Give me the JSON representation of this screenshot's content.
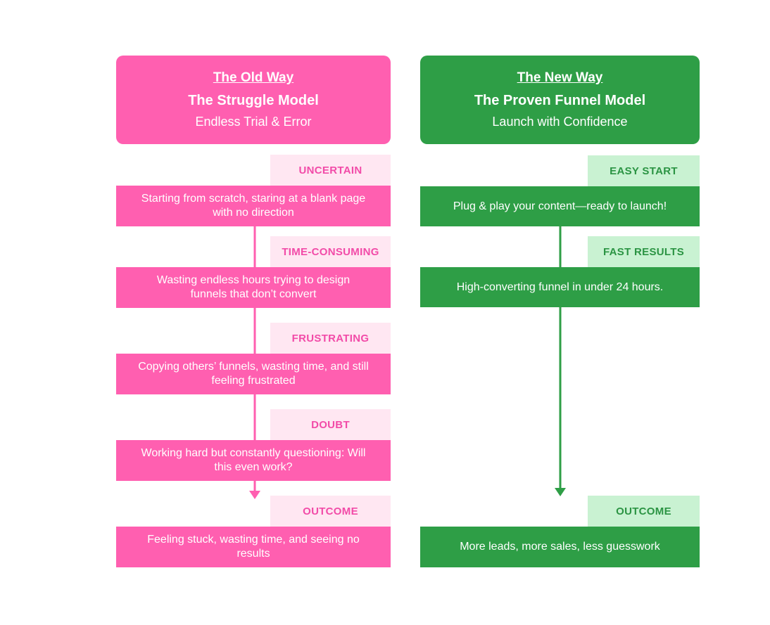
{
  "old_way": {
    "kicker": "The Old Way",
    "title": "The Struggle Model",
    "subtitle": "Endless Trial & Error",
    "color": "#ff5fb0",
    "steps": [
      {
        "tag": "UNCERTAIN",
        "text": "Starting from scratch, staring at a blank page with no direction"
      },
      {
        "tag": "TIME-CONSUMING",
        "text": "Wasting endless hours trying to design funnels that don’t convert"
      },
      {
        "tag": "FRUSTRATING",
        "text": "Copying others’ funnels, wasting time, and still feeling frustrated"
      },
      {
        "tag": "DOUBT",
        "text": "Working hard but constantly questioning: Will this even work?"
      },
      {
        "tag": "OUTCOME",
        "text": "Feeling stuck, wasting time, and seeing no results"
      }
    ]
  },
  "new_way": {
    "kicker": "The New Way",
    "title": "The Proven Funnel Model",
    "subtitle": "Launch with Confidence",
    "color": "#2e9e46",
    "steps": [
      {
        "tag": "EASY START",
        "text": "Plug & play your content—ready to launch!"
      },
      {
        "tag": "FAST RESULTS",
        "text": "High-converting funnel in under 24 hours."
      },
      {
        "tag": "OUTCOME",
        "text": "More leads, more sales, less guesswork"
      }
    ]
  }
}
